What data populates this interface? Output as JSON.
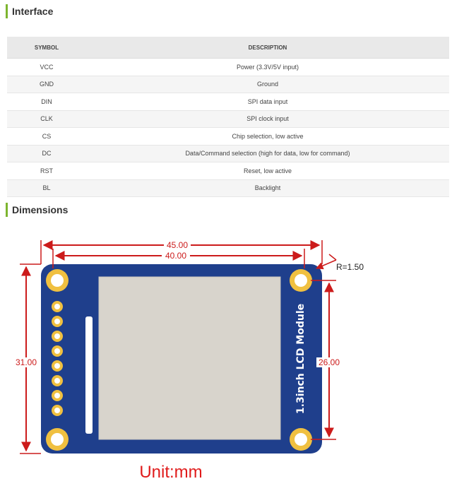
{
  "interface": {
    "title": "Interface",
    "columns": [
      "SYMBOL",
      "DESCRIPTION"
    ],
    "rows": [
      {
        "symbol": "VCC",
        "description": "Power (3.3V/5V input)"
      },
      {
        "symbol": "GND",
        "description": "Ground"
      },
      {
        "symbol": "DIN",
        "description": "SPI data input"
      },
      {
        "symbol": "CLK",
        "description": "SPI clock input"
      },
      {
        "symbol": "CS",
        "description": "Chip selection, low active"
      },
      {
        "symbol": "DC",
        "description": "Data/Command selection (high for data, low for command)"
      },
      {
        "symbol": "RST",
        "description": "Reset, low active"
      },
      {
        "symbol": "BL",
        "description": "Backlight"
      }
    ]
  },
  "dimensions": {
    "title": "Dimensions",
    "overall_width": "45.00",
    "hole_spacing_width": "40.00",
    "corner_radius": "R=1.50",
    "overall_height": "31.00",
    "hole_spacing_height": "26.00",
    "board_label": "1.3inch LCD Module",
    "unit": "Unit:mm",
    "colors": {
      "board": "#1f3f8c",
      "dimension_lines": "#cc1b1b",
      "screen": "#d8d4cc",
      "holes": "#f0c040",
      "section_accent": "#7db52f"
    }
  }
}
